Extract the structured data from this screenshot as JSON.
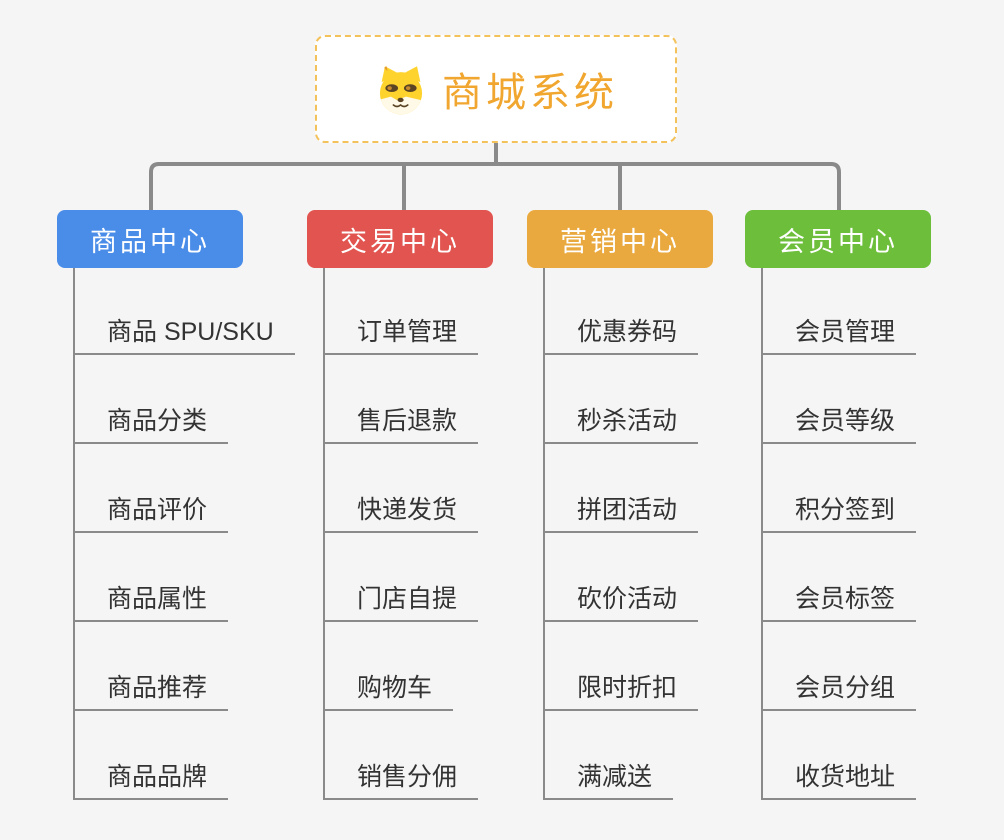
{
  "root": {
    "title": "商城系统",
    "icon": "dog-face-icon"
  },
  "branches": [
    {
      "label": "商品中心",
      "color": "#4A8DE9",
      "items": [
        "商品 SPU/SKU",
        "商品分类",
        "商品评价",
        "商品属性",
        "商品推荐",
        "商品品牌"
      ]
    },
    {
      "label": "交易中心",
      "color": "#E2544F",
      "items": [
        "订单管理",
        "售后退款",
        "快递发货",
        "门店自提",
        "购物车",
        "销售分佣"
      ]
    },
    {
      "label": "营销中心",
      "color": "#EAA93E",
      "items": [
        "优惠券码",
        "秒杀活动",
        "拼团活动",
        "砍价活动",
        "限时折扣",
        "满减送"
      ]
    },
    {
      "label": "会员中心",
      "color": "#6CBE3B",
      "items": [
        "会员管理",
        "会员等级",
        "积分签到",
        "会员标签",
        "会员分组",
        "收货地址"
      ]
    }
  ],
  "colors": {
    "background": "#F5F5F5",
    "connector": "#8A8A8A",
    "root_border": "#F4C25B",
    "root_title": "#F0A62F",
    "leaf_text": "#333333"
  }
}
